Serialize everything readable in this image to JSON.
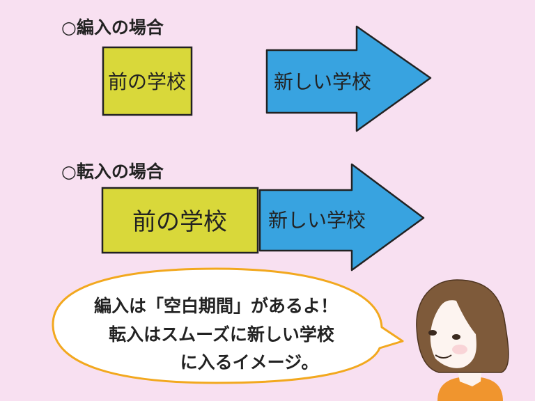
{
  "section1": {
    "heading": "○編入の場合",
    "old_school": "前の学校",
    "new_school": "新しい学校"
  },
  "section2": {
    "heading": "○転入の場合",
    "old_school": "前の学校",
    "new_school": "新しい学校"
  },
  "speech_bubble": {
    "lines": [
      "編入は「空白期間」があるよ！",
      "転入はスムーズに新しい学校",
      "に入るイメージ。"
    ]
  },
  "colors": {
    "background": "#f8e0f1",
    "old_school_box": "#d9d83a",
    "new_school_arrow": "#38a3e0",
    "bubble_border": "#f2a81e"
  }
}
